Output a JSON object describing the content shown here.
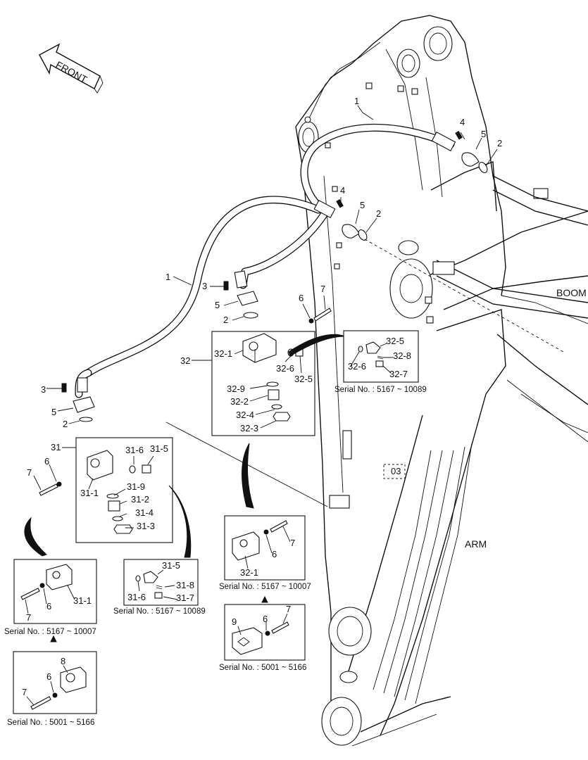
{
  "labels": {
    "front": "FRONT",
    "boom": "BOOM",
    "arm": "ARM"
  },
  "serials": {
    "s32_box": "Serial No. : 5167 ~ 10089",
    "s31_left": "Serial No. : 5167 ~ 10007",
    "s31_right": "Serial No. : 5167 ~ 10089",
    "s31_old": "Serial No. : 5001 ~ 5166",
    "s32_mid": "Serial No. : 5167 ~ 10007",
    "s32_old": "Serial No. : 5001 ~ 5166"
  },
  "callouts": {
    "hose_top": "1",
    "hose_left": "1",
    "bolt_top": "4",
    "bolt_mid": "4",
    "clamp_top": "5",
    "clamp_mid": "5",
    "oring_top": "2",
    "oring_mid": "2",
    "bolt_upper": "3",
    "clamp_upper": "5",
    "oring_upper": "2",
    "washer_upper": "6",
    "screw_upper": "7",
    "group32": "32",
    "p32_1": "32-1",
    "p32_6": "32-6",
    "p32_5": "32-5",
    "p32_9": "32-9",
    "p32_2": "32-2",
    "p32_4": "32-4",
    "p32_3": "32-3",
    "d32_5": "32-5",
    "d32_8": "32-8",
    "d32_6": "32-6",
    "d32_7": "32-7",
    "bolt_lower": "3",
    "clamp_lower": "5",
    "oring_lower": "2",
    "group31": "31",
    "p31_6": "31-6",
    "p31_5": "31-5",
    "p31_1": "31-1",
    "p31_9": "31-9",
    "p31_2": "31-2",
    "p31_4": "31-4",
    "p31_3": "31-3",
    "screw_31": "7",
    "washer_31": "6",
    "b31_1": "31-1",
    "b31_6": "6",
    "b31_7": "7",
    "c31_5": "31-5",
    "c31_6": "31-6",
    "c31_8": "31-8",
    "c31_7": "31-7",
    "e31_8": "8",
    "e31_6": "6",
    "e31_7": "7",
    "m32_6": "6",
    "m32_7": "7",
    "m32_1": "32-1",
    "n32_9": "9",
    "n32_6": "6",
    "n32_7": "7"
  },
  "icons": {
    "front_arrow": "front-arrow-icon",
    "variant_marker": "triangle-up-icon"
  }
}
